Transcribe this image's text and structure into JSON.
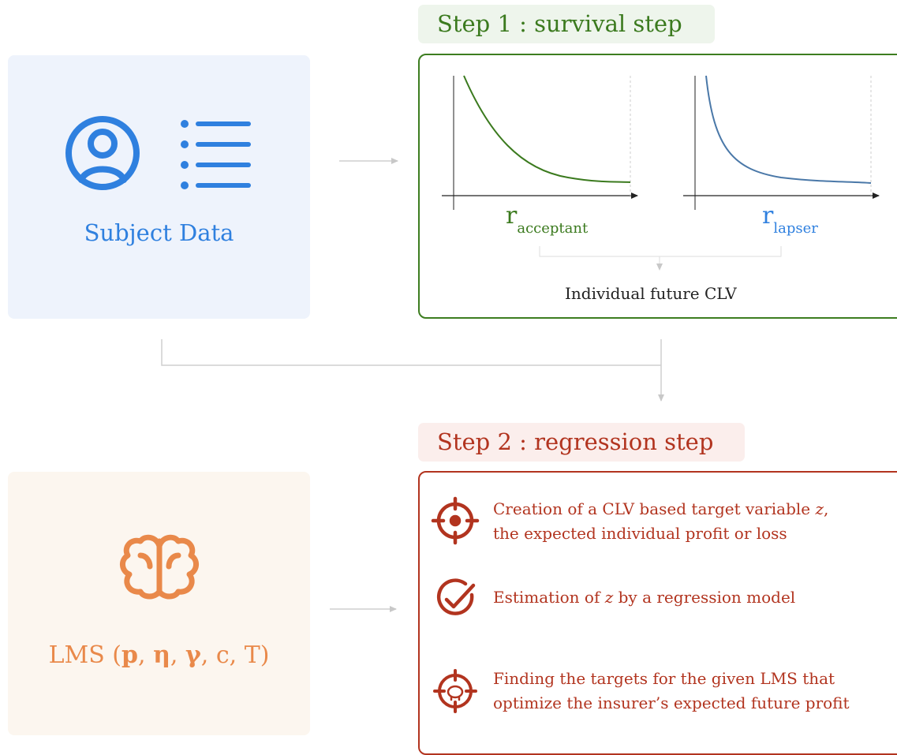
{
  "subject": {
    "label": "Subject Data",
    "icons": [
      "user-circle-icon",
      "list-icon"
    ],
    "color": "#2f80df"
  },
  "lms": {
    "label_prefix": "LMS (",
    "p": "p",
    "eta": "η",
    "gamma": "γ",
    "rest": ", c, T)",
    "icon": "brain-icon",
    "color": "#e9894a"
  },
  "step1": {
    "title": "Step 1 : survival step",
    "color": "#3b7a1e",
    "curve1": {
      "base": "r",
      "subscript": "acceptant",
      "color": "#3b7a1e"
    },
    "curve2": {
      "base": "r",
      "subscript": "lapser",
      "color": "#2f80df"
    },
    "output": "Individual future CLV"
  },
  "step2": {
    "title": "Step 2 : regression step",
    "color": "#b2341f",
    "items": [
      {
        "icon": "target-icon",
        "line1": "Creation of a CLV based target variable ",
        "var": "z",
        "line1_end": ",",
        "line2": "the expected individual profit or loss"
      },
      {
        "icon": "check-circle-icon",
        "line1": "Estimation of ",
        "var": "z",
        "line1_end": " by a regression model"
      },
      {
        "icon": "piggy-bank-target-icon",
        "line1": "Finding the targets for the given LMS that",
        "line2": "optimize the insurer’s expected future profit"
      }
    ]
  }
}
